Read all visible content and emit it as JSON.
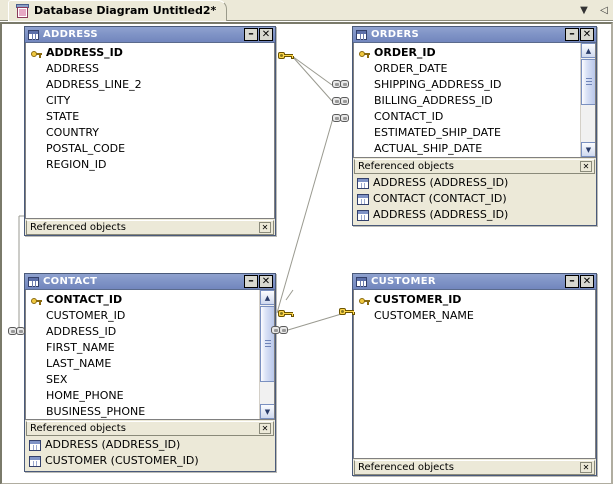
{
  "window": {
    "tab": {
      "icon": "diagram-icon",
      "title": "Database Diagram Untitled2*"
    },
    "tab_nav": {
      "dropdown": "▼",
      "back": "◁"
    }
  },
  "diagram": {
    "footer_label": "Referenced objects",
    "close_glyph": "✕",
    "minimize_glyph": "–",
    "tables": [
      {
        "name": "ADDRESS",
        "columns": [
          {
            "name": "ADDRESS_ID",
            "pk": true
          },
          {
            "name": "ADDRESS",
            "pk": false
          },
          {
            "name": "ADDRESS_LINE_2",
            "pk": false
          },
          {
            "name": "CITY",
            "pk": false
          },
          {
            "name": "STATE",
            "pk": false
          },
          {
            "name": "COUNTRY",
            "pk": false
          },
          {
            "name": "POSTAL_CODE",
            "pk": false
          },
          {
            "name": "REGION_ID",
            "pk": false
          }
        ],
        "has_scrollbar": false,
        "referenced_objects": []
      },
      {
        "name": "ORDERS",
        "columns": [
          {
            "name": "ORDER_ID",
            "pk": true
          },
          {
            "name": "ORDER_DATE",
            "pk": false
          },
          {
            "name": "SHIPPING_ADDRESS_ID",
            "pk": false
          },
          {
            "name": "BILLING_ADDRESS_ID",
            "pk": false
          },
          {
            "name": "CONTACT_ID",
            "pk": false
          },
          {
            "name": "ESTIMATED_SHIP_DATE",
            "pk": false
          },
          {
            "name": "ACTUAL_SHIP_DATE",
            "pk": false
          }
        ],
        "has_scrollbar": true,
        "referenced_objects": [
          "ADDRESS (ADDRESS_ID)",
          "CONTACT (CONTACT_ID)",
          "ADDRESS (ADDRESS_ID)"
        ]
      },
      {
        "name": "CONTACT",
        "columns": [
          {
            "name": "CONTACT_ID",
            "pk": true
          },
          {
            "name": "CUSTOMER_ID",
            "pk": false
          },
          {
            "name": "ADDRESS_ID",
            "pk": false
          },
          {
            "name": "FIRST_NAME",
            "pk": false
          },
          {
            "name": "LAST_NAME",
            "pk": false
          },
          {
            "name": "SEX",
            "pk": false
          },
          {
            "name": "HOME_PHONE",
            "pk": false
          },
          {
            "name": "BUSINESS_PHONE",
            "pk": false
          }
        ],
        "has_scrollbar": true,
        "referenced_objects": [
          "ADDRESS (ADDRESS_ID)",
          "CUSTOMER (CUSTOMER_ID)"
        ]
      },
      {
        "name": "CUSTOMER",
        "columns": [
          {
            "name": "CUSTOMER_ID",
            "pk": true
          },
          {
            "name": "CUSTOMER_NAME",
            "pk": false
          }
        ],
        "has_scrollbar": false,
        "referenced_objects": []
      }
    ]
  },
  "colors": {
    "titlebar": "#7f93c6",
    "chrome": "#ece9d8",
    "canvas": "#ffffff",
    "key_yellow": "#ffd84d",
    "relationship_line": "#9a9a90"
  }
}
